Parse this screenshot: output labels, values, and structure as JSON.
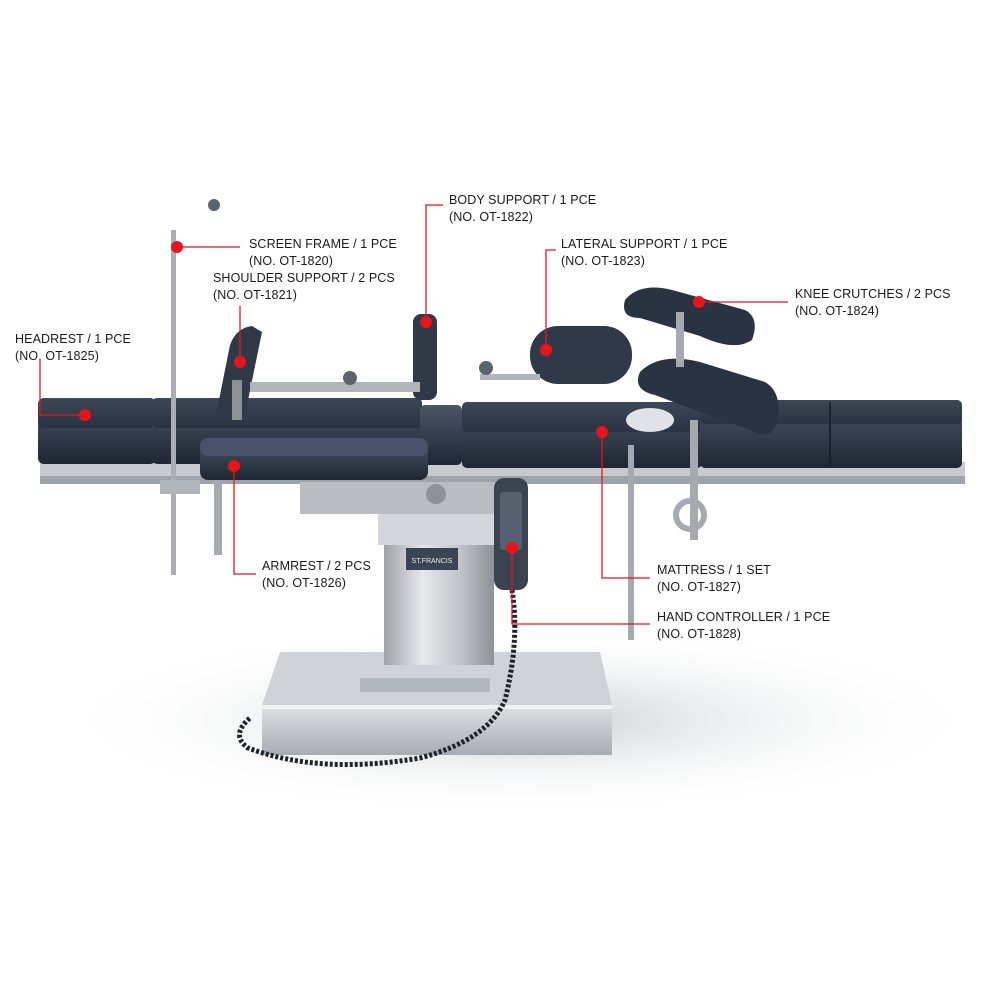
{
  "colors": {
    "callout": "#e8141b",
    "mattress": "#2f3a4a",
    "metal": "#c9cdd2",
    "background": "#ffffff"
  },
  "parts": [
    {
      "id": "headrest",
      "title": "HEADREST / 1 PCE",
      "code": "(NO. OT-1825)"
    },
    {
      "id": "screen-frame",
      "title": "SCREEN FRAME / 1 PCE",
      "code": "(NO. OT-1820)"
    },
    {
      "id": "shoulder-support",
      "title": "SHOULDER SUPPORT / 2 PCS",
      "code": "(NO. OT-1821)"
    },
    {
      "id": "body-support",
      "title": "BODY SUPPORT / 1 PCE",
      "code": "(NO. OT-1822)"
    },
    {
      "id": "lateral-support",
      "title": "LATERAL SUPPORT / 1 PCE",
      "code": "(NO. OT-1823)"
    },
    {
      "id": "knee-crutches",
      "title": "KNEE CRUTCHES / 2 PCS",
      "code": "(NO. OT-1824)"
    },
    {
      "id": "armrest",
      "title": "ARMREST / 2 PCS",
      "code": "(NO. OT-1826)"
    },
    {
      "id": "mattress",
      "title": "MATTRESS / 1 SET",
      "code": "(NO. OT-1827)"
    },
    {
      "id": "hand-controller",
      "title": "HAND CONTROLLER / 1 PCE",
      "code": "(NO. OT-1828)"
    }
  ],
  "brand_plate": "ST.FRANCIS"
}
